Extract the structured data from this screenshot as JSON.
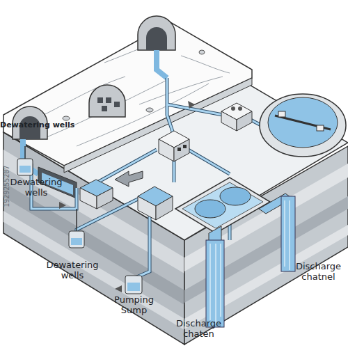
{
  "diagram": {
    "labels": [
      "Dewatering wells",
      "Dewatering wells",
      "Dewatering wells",
      "Discharge chatnel",
      "Pumping Sump",
      "Discharge chaten",
      "1929255207"
    ]
  }
}
